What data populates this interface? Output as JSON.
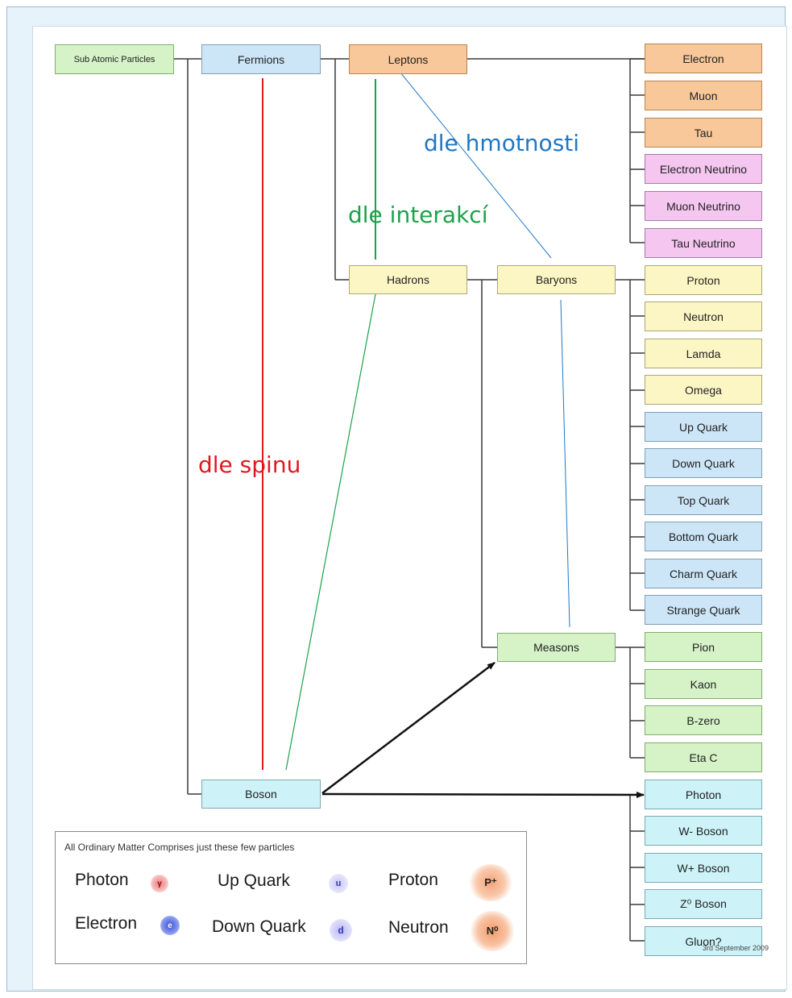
{
  "diagram": {
    "root": "Sub Atomic Particles",
    "fermions": "Fermions",
    "leptons": "Leptons",
    "hadrons": "Hadrons",
    "baryons": "Baryons",
    "measons": "Measons",
    "boson": "Boson",
    "leptons_list": [
      "Electron",
      "Muon",
      "Tau",
      "Electron Neutrino",
      "Muon Neutrino",
      "Tau Neutrino"
    ],
    "baryons_list": [
      "Proton",
      "Neutron",
      "Lamda",
      "Omega",
      "Up Quark",
      "Down Quark",
      "Top Quark",
      "Bottom Quark",
      "Charm Quark",
      "Strange Quark"
    ],
    "measons_list": [
      "Pion",
      "Kaon",
      "B-zero",
      "Eta C"
    ],
    "bosons_list": [
      "Photon",
      "W- Boson",
      "W+ Boson",
      "Z⁰ Boson",
      "Gluon?"
    ]
  },
  "annotations": {
    "spin": "dle spinu",
    "interaction": "dle interakcí",
    "mass": "dle hmotnosti"
  },
  "colors": {
    "spin": "#e0191e",
    "interaction": "#1aa34a",
    "mass": "#1f77c4",
    "arrow": "#111111"
  },
  "legend": {
    "title": "All Ordinary Matter Comprises just these few particles",
    "items": [
      {
        "label": "Photon",
        "symbol": "γ"
      },
      {
        "label": "Up Quark",
        "symbol": "u"
      },
      {
        "label": "Proton",
        "symbol": "P⁺"
      },
      {
        "label": "Electron",
        "symbol": "e"
      },
      {
        "label": "Down Quark",
        "symbol": "d"
      },
      {
        "label": "Neutron",
        "symbol": "N⁰"
      }
    ]
  },
  "footer": "3rd September 2009"
}
